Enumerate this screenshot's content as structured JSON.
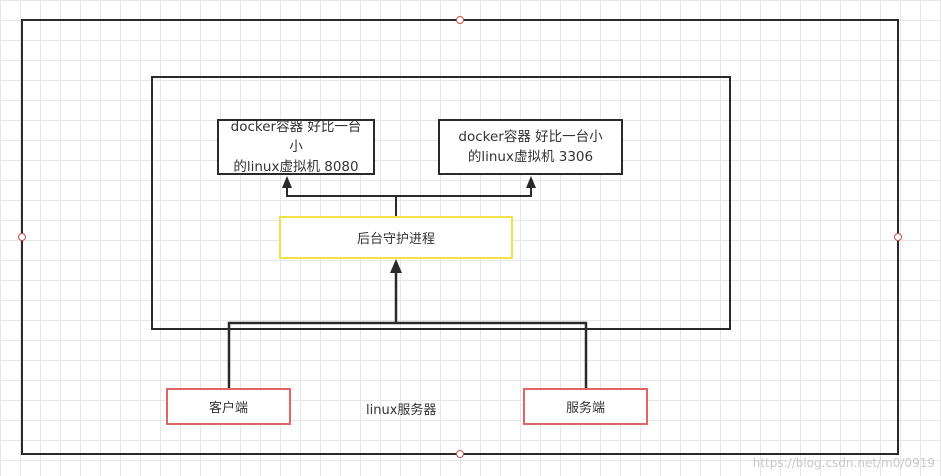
{
  "diagram": {
    "nodes": {
      "docker_1": {
        "line1": "docker容器 好比一台小",
        "line2": "的linux虚拟机  8080"
      },
      "docker_2": {
        "line1": "docker容器 好比一台小",
        "line2": "的linux虚拟机  3306"
      },
      "daemon": {
        "label": "后台守护进程"
      },
      "client": {
        "label": "客户端"
      },
      "server": {
        "label": "服务端"
      },
      "host": {
        "label": "linux服务器"
      }
    },
    "colors": {
      "outline": "#2a2a2a",
      "daemon_border": "#f2e04a",
      "endpoint_border": "#e06666",
      "selection_handle": "#c0504d",
      "grid": "#e6e6e6",
      "background": "#ffffff"
    }
  },
  "watermark": "https://blog.csdn.net/m0/0919"
}
